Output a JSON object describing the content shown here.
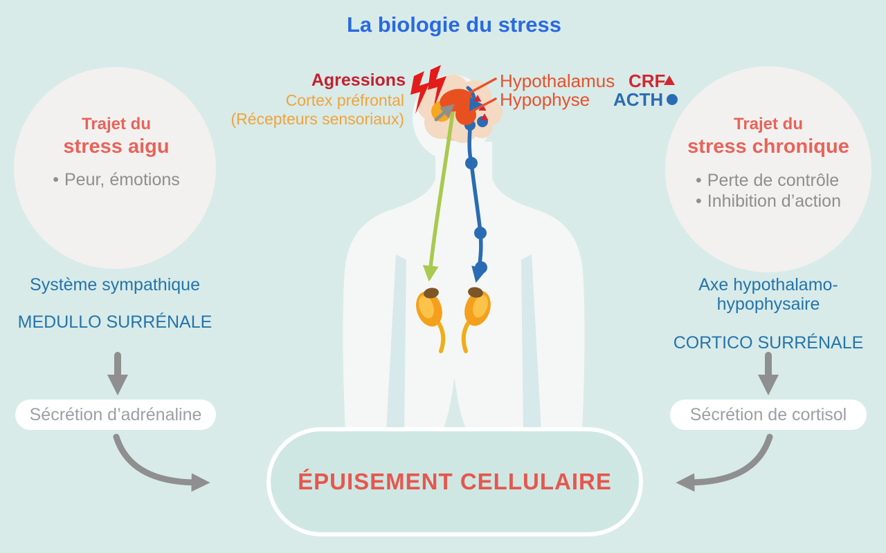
{
  "ui": {
    "bullet": "•"
  },
  "colors": {
    "background": "#d8ebe9",
    "title_blue": "#2a6ae0",
    "coral_red": "#e8635a",
    "crimson_red": "#c32130",
    "amber_orange": "#f0a33a",
    "orange_red": "#e8512b",
    "crf_red": "#d22731",
    "acth_blue": "#2a6cb3",
    "teal_blue_text": "#2574a9",
    "gray_text": "#8e8e8e",
    "arrow_gray": "#8f8f8f",
    "side_circle_fill": "#f2f1ef",
    "body_fill": "#f4f7f5",
    "outcome_fill": "#cfe7e2",
    "green_line": "#a9c94f",
    "kidney_orange": "#f5a01d",
    "adrenal_brown": "#7d5526",
    "lightning_red": "#e21b1b"
  },
  "title": "La biologie du stress",
  "acute_pathway": {
    "circle_heading_line1": "Trajet du",
    "circle_heading_line2": "stress aigu",
    "bullets": [
      "Peur, émotions"
    ],
    "system_label": "Système sympathique",
    "gland_label": "MEDULLO SURRÉNALE",
    "secretion_label": "Sécrétion d’adrénaline"
  },
  "chronic_pathway": {
    "circle_heading_line1": "Trajet du",
    "circle_heading_line2": "stress chronique",
    "bullets": [
      "Perte de contrôle",
      "Inhibition d’action"
    ],
    "system_label_line1": "Axe hypothalamo-",
    "system_label_line2": "hypophysaire",
    "gland_label": "CORTICO SURRÉNALE",
    "secretion_label": "Sécrétion de cortisol"
  },
  "brain_region": {
    "agressions_label": "Agressions",
    "cortex_label": "Cortex préfrontal",
    "receptors_label": "(Récepteurs sensoriaux)",
    "hypothalamus_label": "Hypothalamus",
    "hypophyse_label": "Hypophyse",
    "crf_label": "CRF",
    "acth_label": "ACTH",
    "crf_marker_icon": "triangle-up-red",
    "acth_marker_icon": "dot-blue"
  },
  "outcome": {
    "label": "ÉPUISEMENT CELLULAIRE"
  }
}
